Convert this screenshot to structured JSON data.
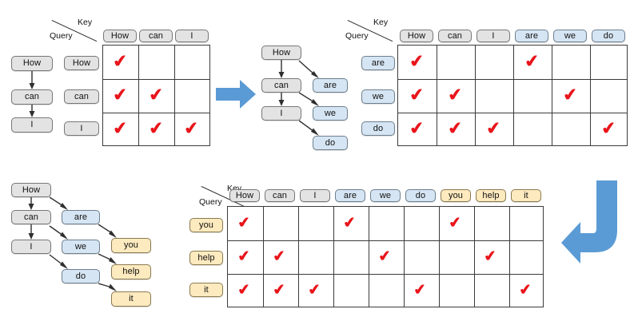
{
  "figure": {
    "title": "Incremental attention mask construction for sequence generation",
    "colors": {
      "gray_token": "#e3e3e3",
      "blue_token": "#d6e5f3",
      "yellow_token": "#fdeabf",
      "check_red": "#e8151b",
      "arrow_blue": "#5b9bd5",
      "grid_line": "#3b3b3b"
    },
    "axis_labels": {
      "key": "Key",
      "query": "Query"
    },
    "check_glyph": "✔"
  },
  "panel1": {
    "name": "step-1",
    "tree": {
      "nodes": [
        {
          "label": "How",
          "style": "gray"
        },
        {
          "label": "can",
          "style": "gray"
        },
        {
          "label": "I",
          "style": "gray"
        }
      ]
    },
    "matrix": {
      "key_header": "Key",
      "query_header": "Query",
      "columns": [
        {
          "label": "How",
          "style": "gray"
        },
        {
          "label": "can",
          "style": "gray"
        },
        {
          "label": "I",
          "style": "gray"
        }
      ],
      "rows": [
        {
          "label": "How",
          "style": "gray",
          "checks": [
            1,
            0,
            0
          ]
        },
        {
          "label": "can",
          "style": "gray",
          "checks": [
            1,
            1,
            0
          ]
        },
        {
          "label": "I",
          "style": "gray",
          "checks": [
            1,
            1,
            1
          ]
        }
      ]
    }
  },
  "panel2": {
    "name": "step-2",
    "tree": {
      "left_nodes": [
        {
          "label": "How",
          "style": "gray"
        },
        {
          "label": "can",
          "style": "gray"
        },
        {
          "label": "I",
          "style": "gray"
        }
      ],
      "right_nodes": [
        {
          "label": "are",
          "style": "blue"
        },
        {
          "label": "we",
          "style": "blue"
        },
        {
          "label": "do",
          "style": "blue"
        }
      ]
    },
    "matrix": {
      "key_header": "Key",
      "query_header": "Query",
      "columns": [
        {
          "label": "How",
          "style": "gray"
        },
        {
          "label": "can",
          "style": "gray"
        },
        {
          "label": "I",
          "style": "gray"
        },
        {
          "label": "are",
          "style": "blue"
        },
        {
          "label": "we",
          "style": "blue"
        },
        {
          "label": "do",
          "style": "blue"
        }
      ],
      "rows": [
        {
          "label": "are",
          "style": "blue",
          "checks": [
            1,
            0,
            0,
            1,
            0,
            0
          ]
        },
        {
          "label": "we",
          "style": "blue",
          "checks": [
            1,
            1,
            0,
            0,
            1,
            0
          ]
        },
        {
          "label": "do",
          "style": "blue",
          "checks": [
            1,
            1,
            1,
            0,
            0,
            1
          ]
        }
      ]
    }
  },
  "panel3": {
    "name": "step-3",
    "tree": {
      "col1": [
        {
          "label": "How",
          "style": "gray"
        },
        {
          "label": "can",
          "style": "gray"
        },
        {
          "label": "I",
          "style": "gray"
        }
      ],
      "col2": [
        {
          "label": "are",
          "style": "blue"
        },
        {
          "label": "we",
          "style": "blue"
        },
        {
          "label": "do",
          "style": "blue"
        }
      ],
      "col3": [
        {
          "label": "you",
          "style": "yellow"
        },
        {
          "label": "help",
          "style": "yellow"
        },
        {
          "label": "it",
          "style": "yellow"
        }
      ]
    },
    "matrix": {
      "key_header": "Key",
      "query_header": "Query",
      "columns": [
        {
          "label": "How",
          "style": "gray"
        },
        {
          "label": "can",
          "style": "gray"
        },
        {
          "label": "I",
          "style": "gray"
        },
        {
          "label": "are",
          "style": "blue"
        },
        {
          "label": "we",
          "style": "blue"
        },
        {
          "label": "do",
          "style": "blue"
        },
        {
          "label": "you",
          "style": "yellow"
        },
        {
          "label": "help",
          "style": "yellow"
        },
        {
          "label": "it",
          "style": "yellow"
        }
      ],
      "rows": [
        {
          "label": "you",
          "style": "yellow",
          "checks": [
            1,
            0,
            0,
            1,
            0,
            0,
            1,
            0,
            0
          ]
        },
        {
          "label": "help",
          "style": "yellow",
          "checks": [
            1,
            1,
            0,
            0,
            1,
            0,
            0,
            1,
            0
          ]
        },
        {
          "label": "it",
          "style": "yellow",
          "checks": [
            1,
            1,
            1,
            0,
            0,
            1,
            0,
            0,
            1
          ]
        }
      ]
    }
  },
  "flow": {
    "arrow_right": "step-1-to-step-2-arrow",
    "arrow_wrap": "step-2-to-step-3-arrow"
  }
}
